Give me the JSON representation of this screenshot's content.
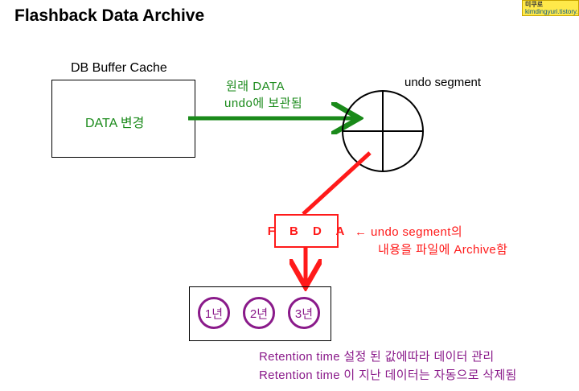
{
  "title": "Flashback Data Archive",
  "buffer": {
    "label": "DB Buffer Cache",
    "content": "DATA 변경"
  },
  "green_annotation": {
    "line1": "원래 DATA",
    "line2": "undo에 보관됨"
  },
  "undo": {
    "label": "undo segment"
  },
  "fbda": {
    "label": "F B D A"
  },
  "red_annotation": {
    "line1": "← undo segment의",
    "line2": "내용을 파일에 Archive함"
  },
  "files": [
    "1년",
    "2년",
    "3년"
  ],
  "purple_annotation": {
    "line1": "Retention time 설정 된 값에따라 데이터 관리",
    "line2": "Retention time 이 지난 데이터는 자동으로 삭제됨"
  },
  "watermark": {
    "line1": "미쿠로",
    "line2": "kimdingyuri.tistory.com"
  },
  "colors": {
    "green": "#1a8a1a",
    "red": "#ff1a1a",
    "purple": "#8a1a8a"
  }
}
